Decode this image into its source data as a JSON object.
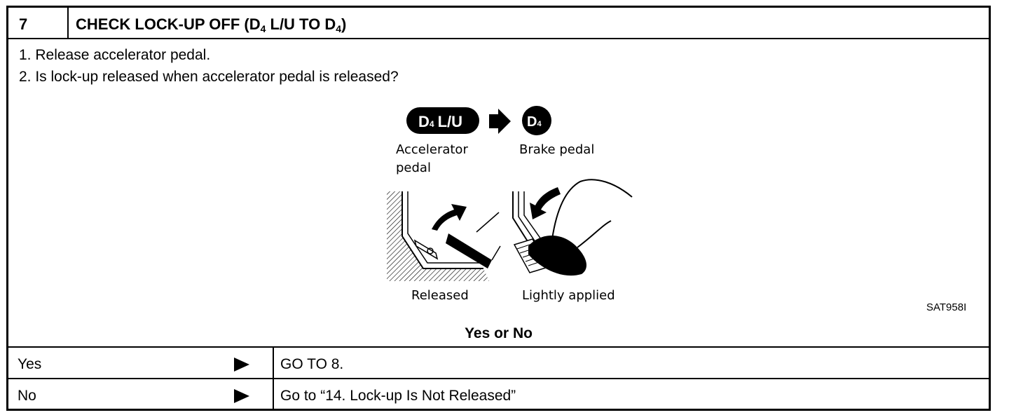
{
  "step": {
    "number": "7",
    "title_pre": "CHECK LOCK-UP OFF (D",
    "title_sub1": "4",
    "title_mid": " L/U TO D",
    "title_sub2": "4",
    "title_post": ")"
  },
  "instructions": [
    "1.  Release accelerator pedal.",
    "2.  Is lock-up released when accelerator pedal is released?"
  ],
  "figure": {
    "badge_from": {
      "d": "D",
      "sub": "4",
      "rest": "L/U"
    },
    "badge_to": {
      "d": "D",
      "sub": "4"
    },
    "label_accelerator_1": "Accelerator",
    "label_accelerator_2": "pedal",
    "label_brake": "Brake  pedal",
    "label_released": "Released",
    "label_lightly": "Lightly  applied",
    "code": "SAT958I"
  },
  "question": "Yes or No",
  "answers": [
    {
      "label": "Yes",
      "action": "GO TO 8."
    },
    {
      "label": "No",
      "action": "Go to “14. Lock-up Is Not Released”"
    }
  ]
}
